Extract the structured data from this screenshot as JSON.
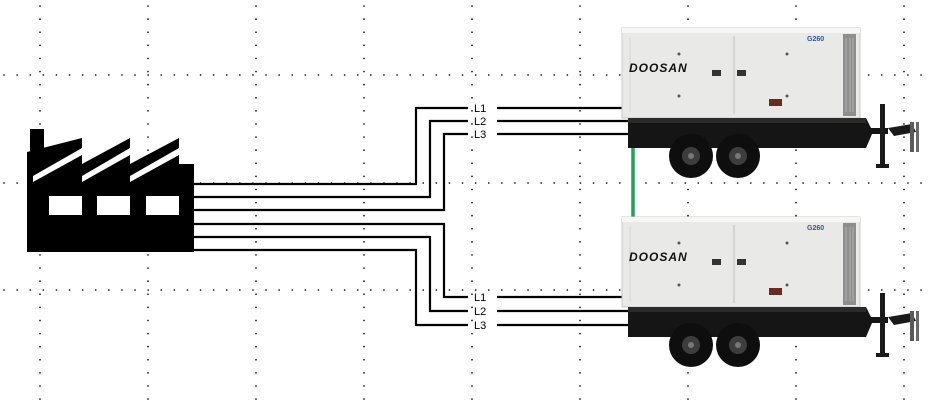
{
  "diagram": {
    "top_generator": {
      "brand": "DOOSAN",
      "model": "G260",
      "phase_labels": [
        "L1",
        "L2",
        "L3"
      ]
    },
    "bottom_generator": {
      "brand": "DOOSAN",
      "model": "G260",
      "phase_labels": [
        "L1",
        "L2",
        "L3"
      ]
    },
    "colors": {
      "line": "#000000",
      "sync_link": "#1aa55a",
      "grid_dots": "#000000",
      "generator_body": "#e8e8e6",
      "trailer": "#151515"
    },
    "icons": [
      "factory-icon",
      "generator-icon",
      "trailer-icon"
    ]
  }
}
